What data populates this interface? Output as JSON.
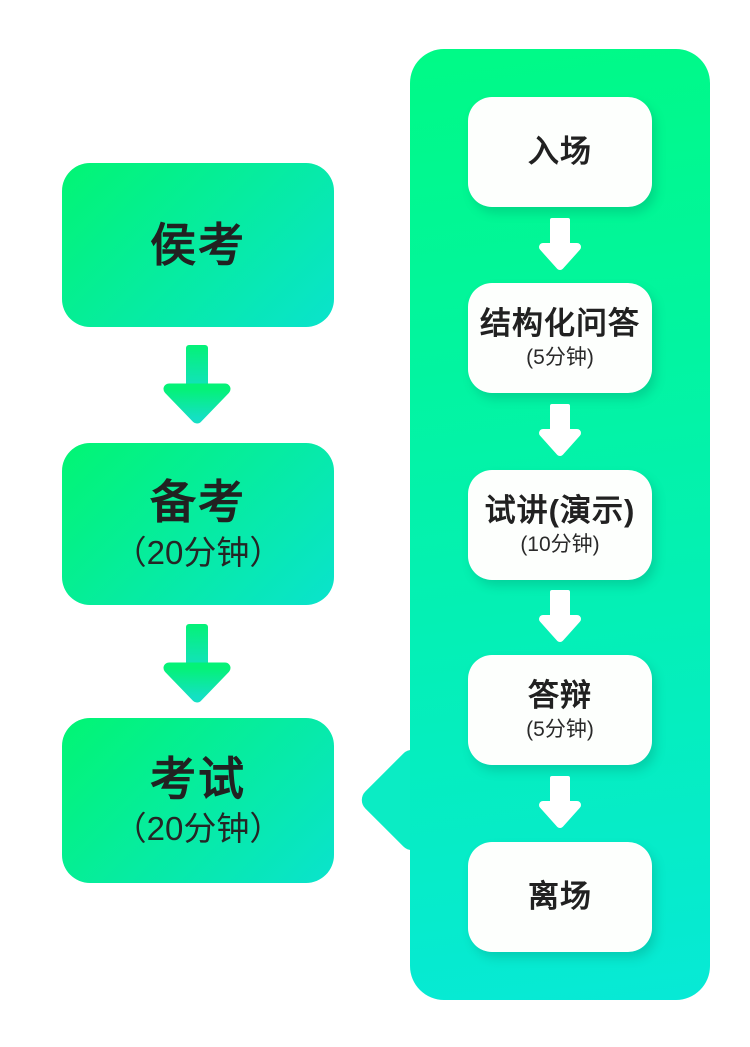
{
  "colors": {
    "bg": "#ffffff",
    "box_grad_a": "#02f573",
    "box_grad_b": "#0ae3cd",
    "panel_grad_a": "#00fa86",
    "panel_grad_b": "#07e9d6",
    "arrow_a": "#04f277",
    "arrow_b": "#14e0c4",
    "white_box": "#fdfffd",
    "tail": "#0becc4",
    "text": "#212121"
  },
  "left_steps": [
    {
      "title": "侯考",
      "subtitle": ""
    },
    {
      "title": "备考",
      "subtitle": "（20分钟）"
    },
    {
      "title": "考试",
      "subtitle": "（20分钟）"
    }
  ],
  "right_steps": [
    {
      "title": "入场",
      "subtitle": ""
    },
    {
      "title": "结构化问答",
      "subtitle": "(5分钟)"
    },
    {
      "title": "试讲(演示)",
      "subtitle": "(10分钟)"
    },
    {
      "title": "答辩",
      "subtitle": "(5分钟)"
    },
    {
      "title": "离场",
      "subtitle": ""
    }
  ]
}
